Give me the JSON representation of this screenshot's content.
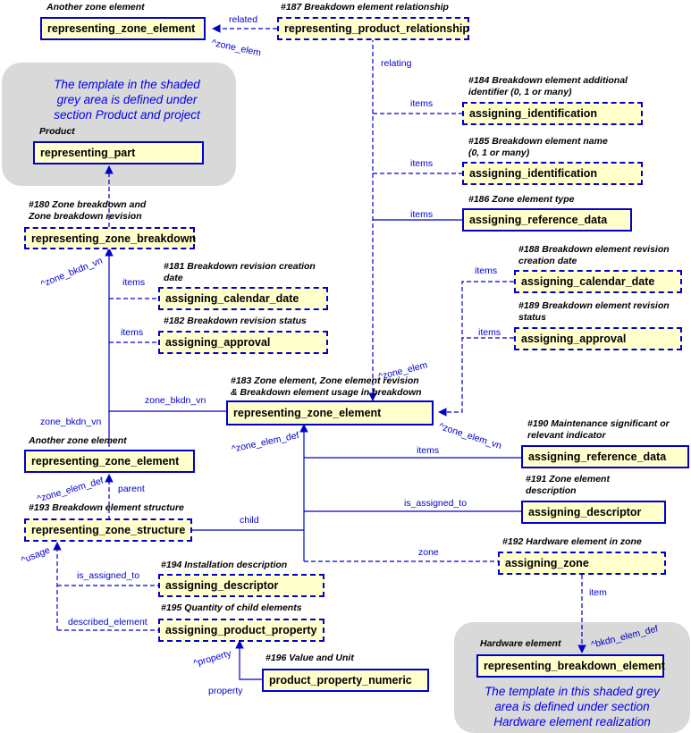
{
  "notes": {
    "product_project": [
      "The template in the shaded",
      "grey area is defined under",
      "section Product and project"
    ],
    "hardware": [
      "The template in this shaded grey",
      "area is defined under section",
      "Hardware element realization"
    ]
  },
  "boxes": {
    "zone_element_top": "representing_zone_element",
    "product_relationship": "representing_product_relationship",
    "part": "representing_part",
    "assign_id_184": "assigning_identification",
    "assign_id_185": "assigning_identification",
    "ref_data_186": "assigning_reference_data",
    "zone_breakdown": "representing_zone_breakdown",
    "calendar_181": "assigning_calendar_date",
    "approval_182": "assigning_approval",
    "calendar_188": "assigning_calendar_date",
    "approval_189": "assigning_approval",
    "zone_element_main": "representing_zone_element",
    "ref_data_190": "assigning_reference_data",
    "zone_element_left": "representing_zone_element",
    "descriptor_191": "assigning_descriptor",
    "zone_structure": "representing_zone_structure",
    "assigning_zone": "assigning_zone",
    "descriptor_194": "assigning_descriptor",
    "product_property": "assigning_product_property",
    "breakdown_element": "representing_breakdown_element",
    "property_numeric": "product_property_numeric"
  },
  "captions": {
    "another_zone_top": "Another zone element",
    "c187": "#187 Breakdown element relationship",
    "product": "Product",
    "c184": [
      "#184 Breakdown element additional",
      "identifier (0, 1 or many)"
    ],
    "c185": [
      "#185 Breakdown element name",
      "(0, 1 or many)"
    ],
    "c186": "#186 Zone element type",
    "c180": [
      "#180 Zone breakdown and",
      "Zone breakdown revision"
    ],
    "c181": [
      "#181 Breakdown revision creation",
      "date"
    ],
    "c182": "#182 Breakdown revision status",
    "c188": [
      "#188 Breakdown element revision",
      "creation date"
    ],
    "c189": [
      "#189 Breakdown element revision",
      "status"
    ],
    "c183": [
      "#183 Zone element, Zone element revision",
      "& Breakdown element usage in breakdown"
    ],
    "c190": [
      "#190 Maintenance significant or",
      "relevant indicator"
    ],
    "another_zone_left": "Another zone element",
    "c191": [
      "#191 Zone element",
      "description"
    ],
    "c193": "#193 Breakdown element structure",
    "c192": "#192 Hardware element in zone",
    "c194": "#194 Installation description",
    "c195": "#195 Quantity of child elements",
    "hardware": "Hardware element",
    "c196": "#196 Value and Unit"
  },
  "labels": {
    "related": "related",
    "zone_elem_top": "^zone_elem",
    "relating": "relating",
    "items_184": "items",
    "items_185": "items",
    "items_186": "items",
    "zone_bkdn_vn_rot": "^zone_bkdn_vn",
    "items_181": "items",
    "items_182": "items",
    "items_188": "items",
    "items_189": "items",
    "zone_elem_mid": "^zone_elem",
    "zone_bkdn_vn_mid": "zone_bkdn_vn",
    "zone_bkdn_vn_left": "zone_bkdn_vn",
    "zone_elem_vn": "^zone_elem_vn",
    "zone_elem_def_mid": "^zone_elem_def",
    "items_190": "items",
    "zone_elem_def_left": "^zone_elem_def",
    "parent": "parent",
    "is_assigned_to_191": "is_assigned_to",
    "child": "child",
    "usage": "^usage",
    "zone": "zone",
    "is_assigned_to_194": "is_assigned_to",
    "item": "item",
    "described_element": "described_element",
    "bkdn_elem_def": "^bkdn_elem_def",
    "property_up": "^property",
    "property": "property"
  }
}
